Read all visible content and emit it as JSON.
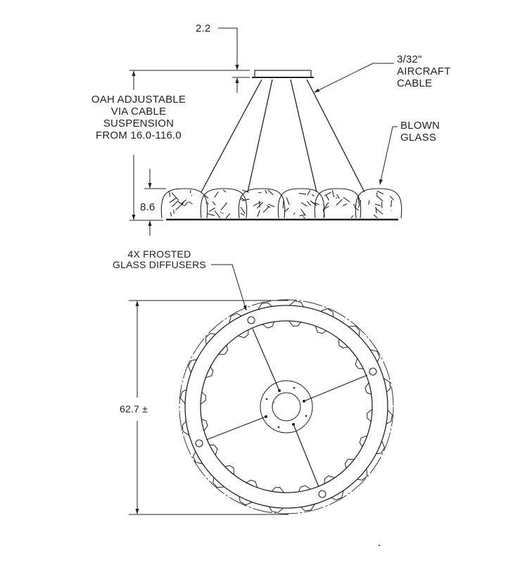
{
  "elevation_view": {
    "canopy_dim": "2.2",
    "cable_note": [
      "3/32\"",
      "AIRCRAFT",
      "CABLE"
    ],
    "glass_note": [
      "BLOWN",
      "GLASS"
    ],
    "oah_note": [
      "OAH ADJUSTABLE",
      "VIA CABLE",
      "SUSPENSION",
      "FROM 16.0-116.0"
    ],
    "height_dim": "8.6"
  },
  "plan_view": {
    "diffuser_note": [
      "4X FROSTED",
      "GLASS DIFFUSERS"
    ],
    "diameter_dim": "62.7 ±"
  },
  "colors": {
    "line": "#222222",
    "background": "#ffffff"
  }
}
